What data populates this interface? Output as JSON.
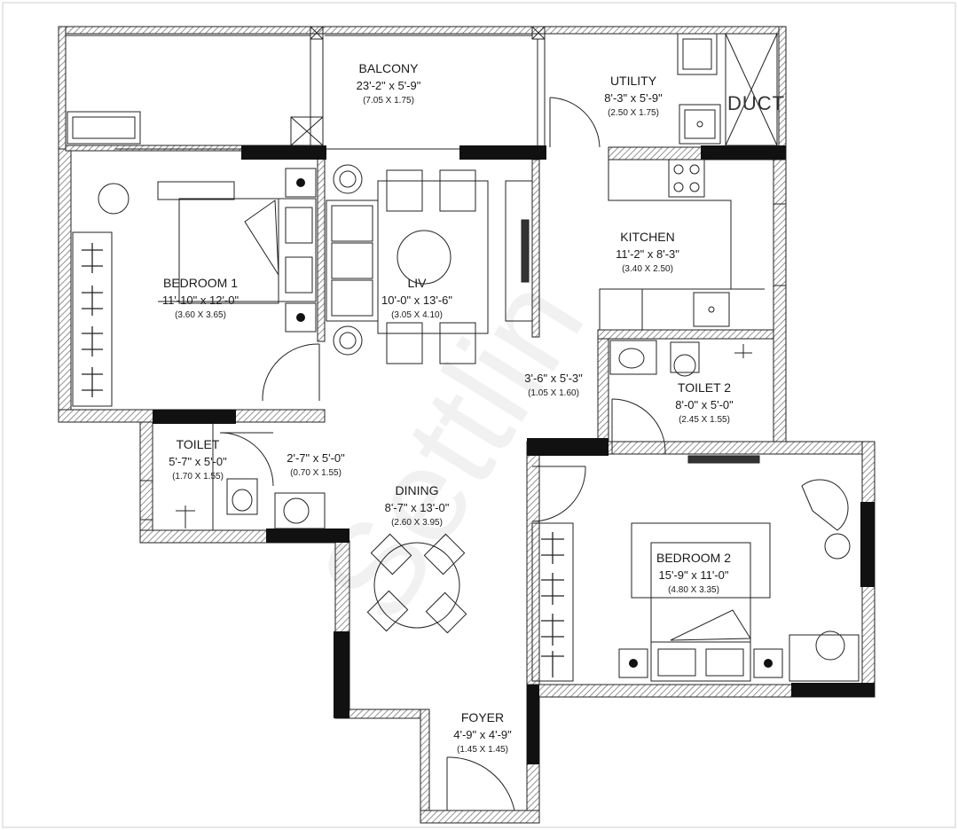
{
  "rooms": [
    {
      "key": "balcony",
      "name": "BALCONY",
      "dim": "23'-2\" x 5'-9\"",
      "metric": "(7.05 X 1.75)"
    },
    {
      "key": "utility",
      "name": "UTILITY",
      "dim": "8'-3\" x 5'-9\"",
      "metric": "(2.50 X 1.75)"
    },
    {
      "key": "kitchen",
      "name": "KITCHEN",
      "dim": "11'-2\" x 8'-3\"",
      "metric": "(3.40 X 2.50)"
    },
    {
      "key": "bedroom1",
      "name": "BEDROOM 1",
      "dim": "11'-10\" x 12'-0\"",
      "metric": "(3.60 X 3.65)"
    },
    {
      "key": "living",
      "name": "LIV",
      "dim": "10'-0\" x 13'-6\"",
      "metric": "(3.05 X 4.10)"
    },
    {
      "key": "passage",
      "name": "",
      "dim": "3'-6\" x 5'-3\"",
      "metric": "(1.05 X 1.60)"
    },
    {
      "key": "toilet2",
      "name": "TOILET 2",
      "dim": "8'-0\" x 5'-0\"",
      "metric": "(2.45 X 1.55)"
    },
    {
      "key": "toilet",
      "name": "TOILET",
      "dim": "5'-7\" x 5'-0\"",
      "metric": "(1.70 X 1.55)"
    },
    {
      "key": "wash",
      "name": "",
      "dim": "2'-7\" x 5'-0\"",
      "metric": "(0.70 X 1.55)"
    },
    {
      "key": "dining",
      "name": "DINING",
      "dim": "8'-7\" x 13'-0\"",
      "metric": "(2.60 X 3.95)"
    },
    {
      "key": "bedroom2",
      "name": "BEDROOM 2",
      "dim": "15'-9\" x 11'-0\"",
      "metric": "(4.80 X 3.35)"
    },
    {
      "key": "foyer",
      "name": "FOYER",
      "dim": "4'-9\" x 4'-9\"",
      "metric": "(1.45 X 1.45)"
    }
  ],
  "duct_label": "DUCT",
  "watermark": "Settlin",
  "colors": {
    "wall": "#1a1a1a",
    "hatch": "#8a8a8a",
    "line": "#222222",
    "background": "#ffffff"
  }
}
